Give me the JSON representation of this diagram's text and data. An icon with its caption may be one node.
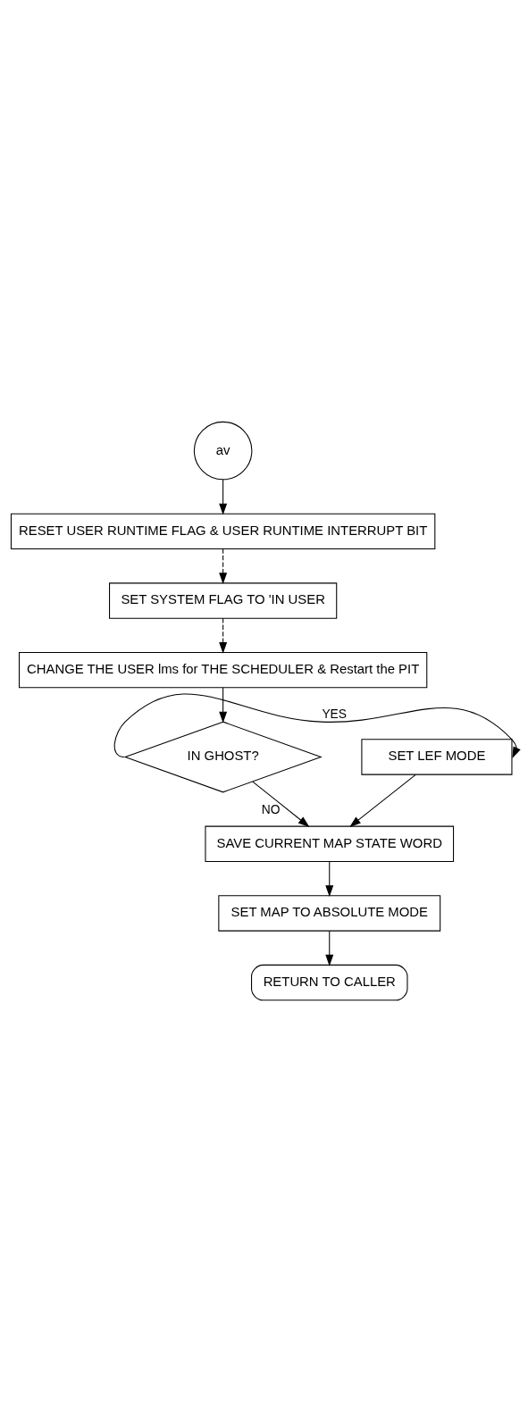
{
  "diagram": {
    "nodes": [
      {
        "text": [
          "av"
        ]
      },
      {
        "text": [
          "RESET USER RUNTIME FLAG & USER RUNTIME INTERRUPT BIT"
        ]
      },
      {
        "text": [
          "SET SYSTEM FLAG TO 'IN USER"
        ]
      },
      {
        "text": [
          "CHANGE THE USER lms for THE SCHEDULER & Restart the PIT"
        ]
      },
      {
        "text": [
          "IN GHOST?"
        ]
      },
      {
        "text": [
          "SET LEF MODE"
        ]
      },
      {
        "text": [
          "SAVE CURRENT MAP STATE WORD"
        ]
      },
      {
        "text": [
          "SET MAP TO ABSOLUTE MODE"
        ]
      },
      {
        "text": [
          "RETURN TO CALLER"
        ]
      }
    ],
    "edges": [
      {
        "from": 0,
        "to": 1,
        "arrow": "to"
      },
      {
        "from": 1,
        "to": 2,
        "arrow": "to",
        "style": "dashed"
      },
      {
        "from": 2,
        "to": 3,
        "arrow": "to",
        "style": "dashed"
      },
      {
        "from": 3,
        "to": 4,
        "arrow": "to"
      },
      {
        "from": 4,
        "to": 5,
        "arrow": "to",
        "label": "YES"
      },
      {
        "from": 5,
        "to": 6,
        "arrow": "to"
      },
      {
        "from": 4,
        "to": 6,
        "arrow": "to",
        "label": "NO"
      },
      {
        "from": 6,
        "to": 7,
        "arrow": "to"
      },
      {
        "from": 7,
        "to": 8,
        "arrow": "to"
      }
    ]
  }
}
